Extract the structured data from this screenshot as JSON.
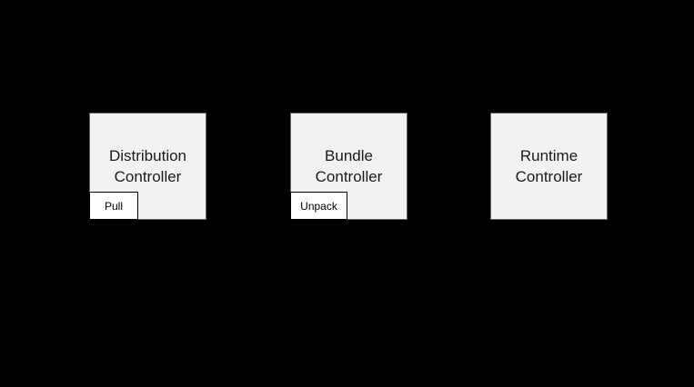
{
  "canvas": {
    "background_color": "#000000"
  },
  "diagram": {
    "type": "block-diagram",
    "nodes": [
      {
        "id": "distribution-controller",
        "label": "Distribution Controller",
        "badge": "Pull"
      },
      {
        "id": "bundle-controller",
        "label": "Bundle Controller",
        "badge": "Unpack"
      },
      {
        "id": "runtime-controller",
        "label": "Runtime Controller"
      }
    ],
    "styles": {
      "node_fill": "#f2f2f2",
      "node_border": "#666666",
      "node_text_color": "#1a1a1a",
      "badge_fill": "#ffffff",
      "badge_border": "#000000",
      "badge_text_color": "#000000"
    }
  }
}
